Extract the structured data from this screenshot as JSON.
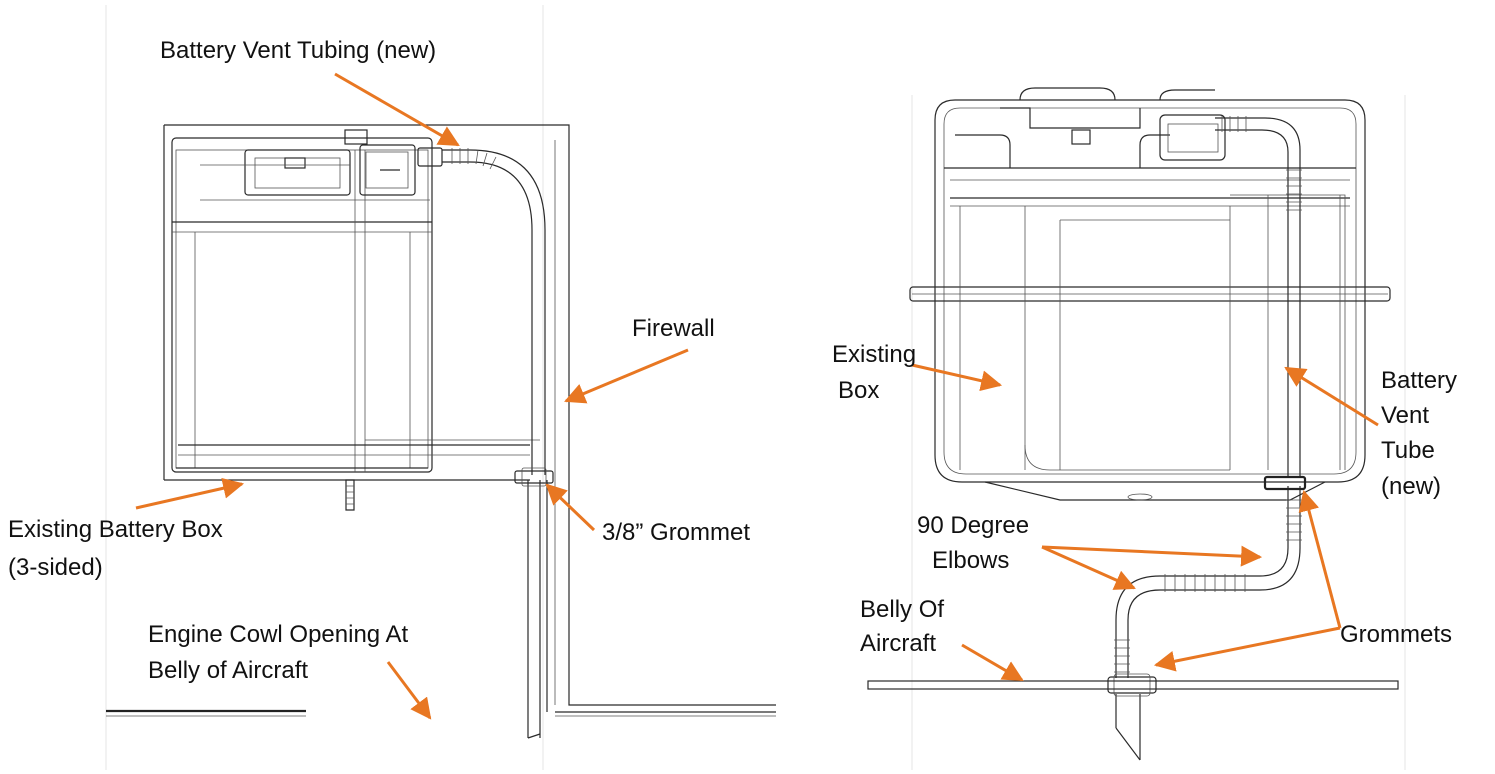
{
  "colors": {
    "callout": "#E87722",
    "line": "#2a2a2a"
  },
  "left_diagram": {
    "labels": {
      "vent_tubing": "Battery Vent Tubing (new)",
      "firewall": "Firewall",
      "battery_box_1": "Existing Battery Box",
      "battery_box_2": "(3-sided)",
      "grommet": "3/8” Grommet",
      "cowl_1": "Engine Cowl Opening At",
      "cowl_2": "Belly of Aircraft"
    }
  },
  "right_diagram": {
    "labels": {
      "existing_box_1": "Existing",
      "existing_box_2": "Box",
      "vent_tube_1": "Battery",
      "vent_tube_2": "Vent",
      "vent_tube_3": "Tube",
      "vent_tube_4": "(new)",
      "elbows_1": "90 Degree",
      "elbows_2": "Elbows",
      "belly_1": "Belly Of",
      "belly_2": "Aircraft",
      "grommets": "Grommets"
    }
  }
}
